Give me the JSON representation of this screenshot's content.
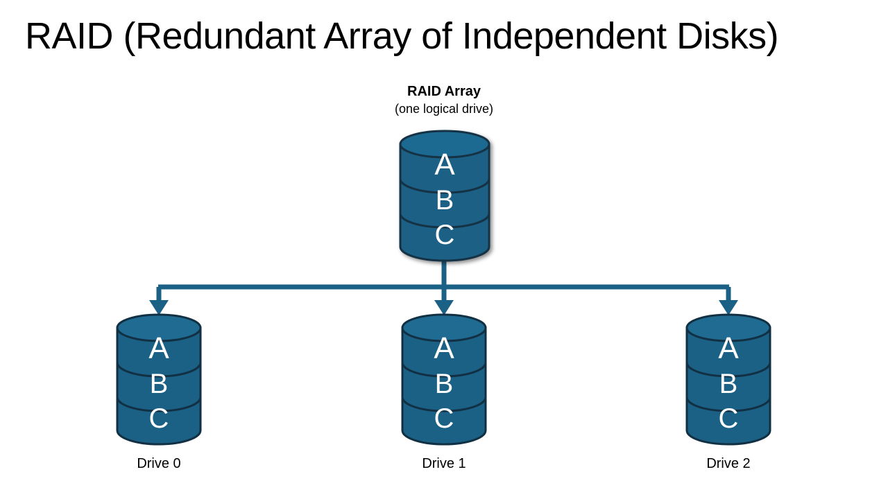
{
  "slide": {
    "title": "RAID (Redundant Array of Independent Disks)",
    "background_color": "#ffffff",
    "text_color": "#000000"
  },
  "colors": {
    "disk_fill": "#1b6185",
    "disk_fill_light": "#1f6b92",
    "disk_stroke": "#123044",
    "connector": "#1b6185",
    "letter_color": "#ffffff"
  },
  "array": {
    "caption_title": "RAID Array",
    "caption_subtitle": "(one logical drive)",
    "segments": [
      "A",
      "B",
      "C"
    ]
  },
  "drives": [
    {
      "label": "Drive 0",
      "segments": [
        "A",
        "B",
        "C"
      ]
    },
    {
      "label": "Drive 1",
      "segments": [
        "A",
        "B",
        "C"
      ]
    },
    {
      "label": "Drive 2",
      "segments": [
        "A",
        "B",
        "C"
      ]
    }
  ],
  "connector": {
    "description": "one-to-many fan-out from RAID array to three drives",
    "arrow_count": 3
  }
}
